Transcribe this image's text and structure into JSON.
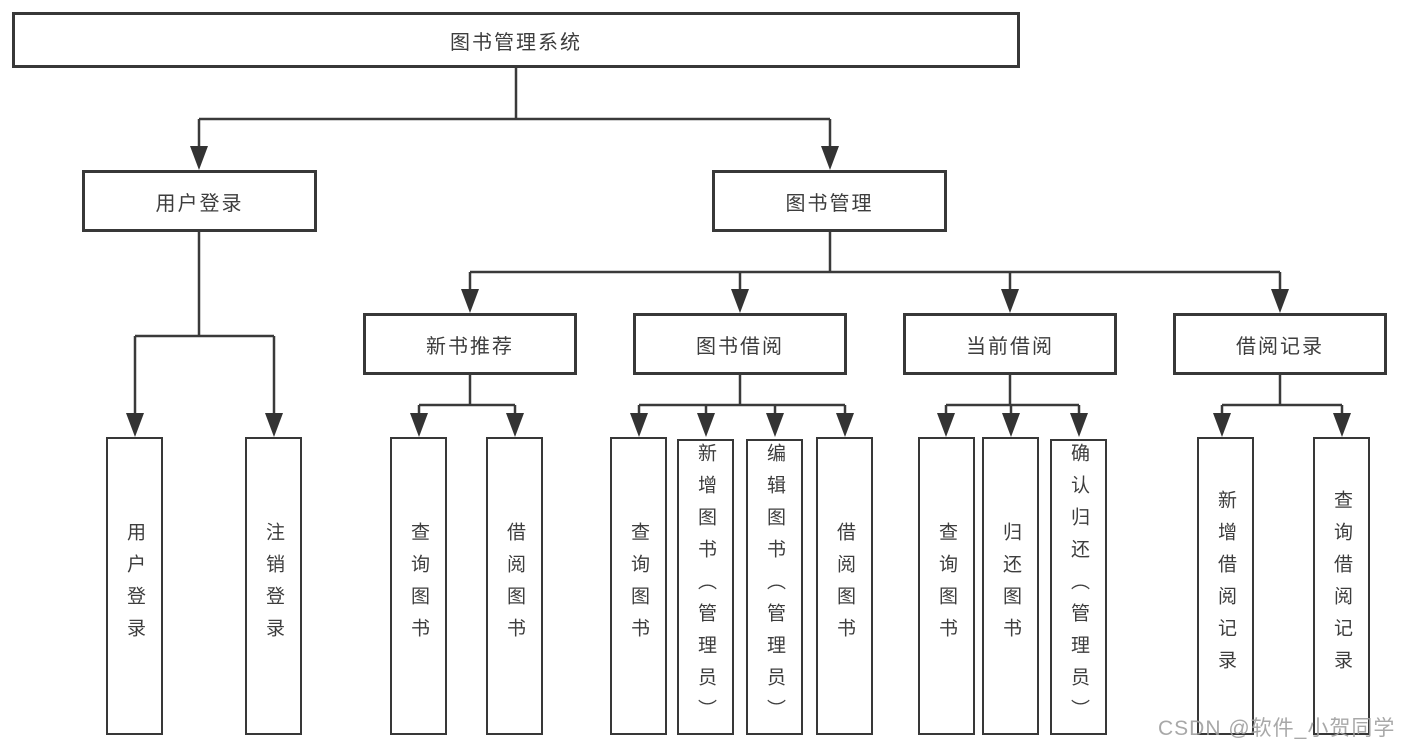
{
  "title": "图书管理系统",
  "colors": {
    "line": "#3a3a3a",
    "border": "#383838",
    "text": "#3d3d3d",
    "background": "#ffffff",
    "watermark": "#9e9e9e"
  },
  "tree": {
    "root": "图书管理系统",
    "level2": [
      {
        "label": "用户登录",
        "children": [
          "用户登录",
          "注销登录"
        ]
      },
      {
        "label": "图书管理"
      }
    ],
    "level3": [
      {
        "label": "新书推荐",
        "children": [
          "查询图书",
          "借阅图书"
        ]
      },
      {
        "label": "图书借阅",
        "children": [
          "查询图书",
          "新增图书（管理员）",
          "编辑图书（管理员）",
          "借阅图书"
        ]
      },
      {
        "label": "当前借阅",
        "children": [
          "查询图书",
          "归还图书",
          "确认归还（管理员）"
        ]
      },
      {
        "label": "借阅记录",
        "children": [
          "新增借阅记录",
          "查询借阅记录"
        ]
      }
    ]
  },
  "watermark": "CSDN @软件_小贺同学"
}
